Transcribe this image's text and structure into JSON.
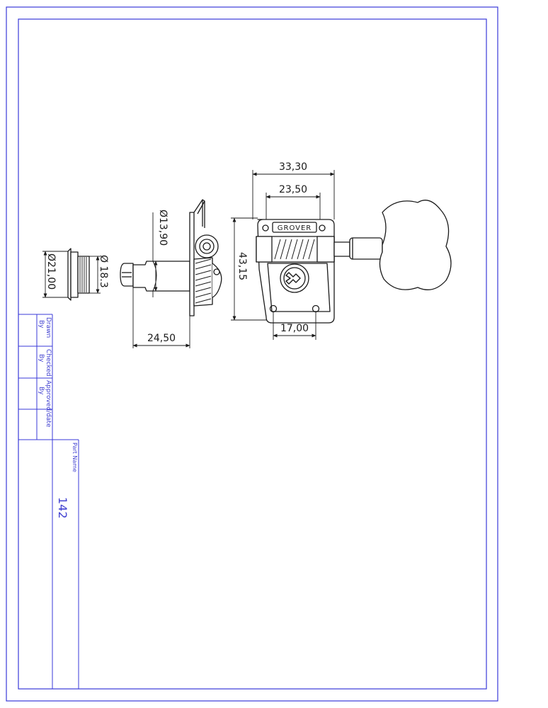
{
  "drawing": {
    "brand_label": "GROVER",
    "part_name_number": "142",
    "dimensions": {
      "bushing_outer_dia": "Ø21,00",
      "bushing_inner_dia": "Ø 18.3",
      "post_dia": "Ø13,90",
      "post_length": "24,50",
      "housing_width": "33,30",
      "gear_width": "23,50",
      "housing_height": "43,15",
      "base_width": "17,00"
    }
  },
  "title_block": {
    "drawn_label": "Drawn",
    "checked_label": "Checked",
    "approved_label": "Approved/date",
    "by_label": "By",
    "part_name_label": "Part Name"
  },
  "colors": {
    "frame": "#3a3ad8",
    "drawing": "#1a1a1a",
    "title_text": "#4040d0"
  }
}
